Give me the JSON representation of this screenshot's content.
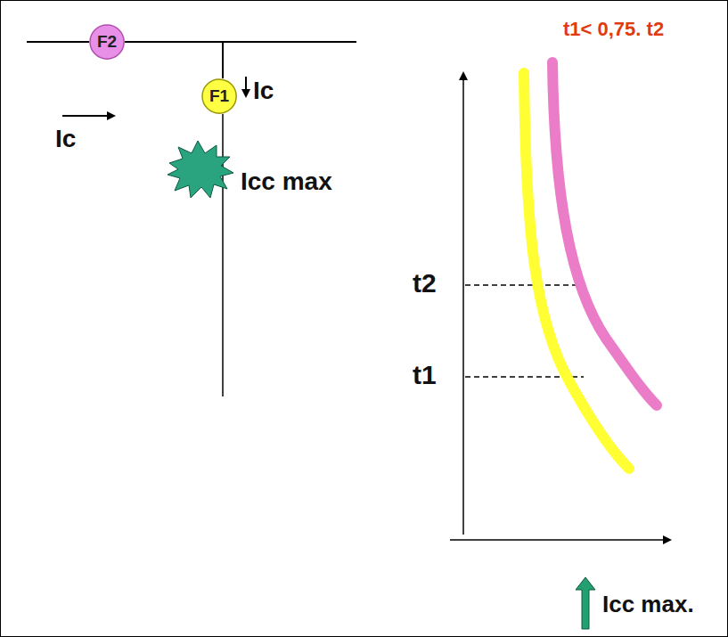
{
  "diagram": {
    "nodes": [
      {
        "text": [
          "F2"
        ]
      },
      {
        "text": [
          "F1"
        ]
      }
    ],
    "edges": [
      {
        "from": 0,
        "to": 1,
        "arrow": "none"
      }
    ],
    "labels": [
      "Ic",
      "Ic",
      "Icc max",
      "t1< 0,75. t2",
      "t2",
      "t1",
      "Icc max."
    ]
  }
}
